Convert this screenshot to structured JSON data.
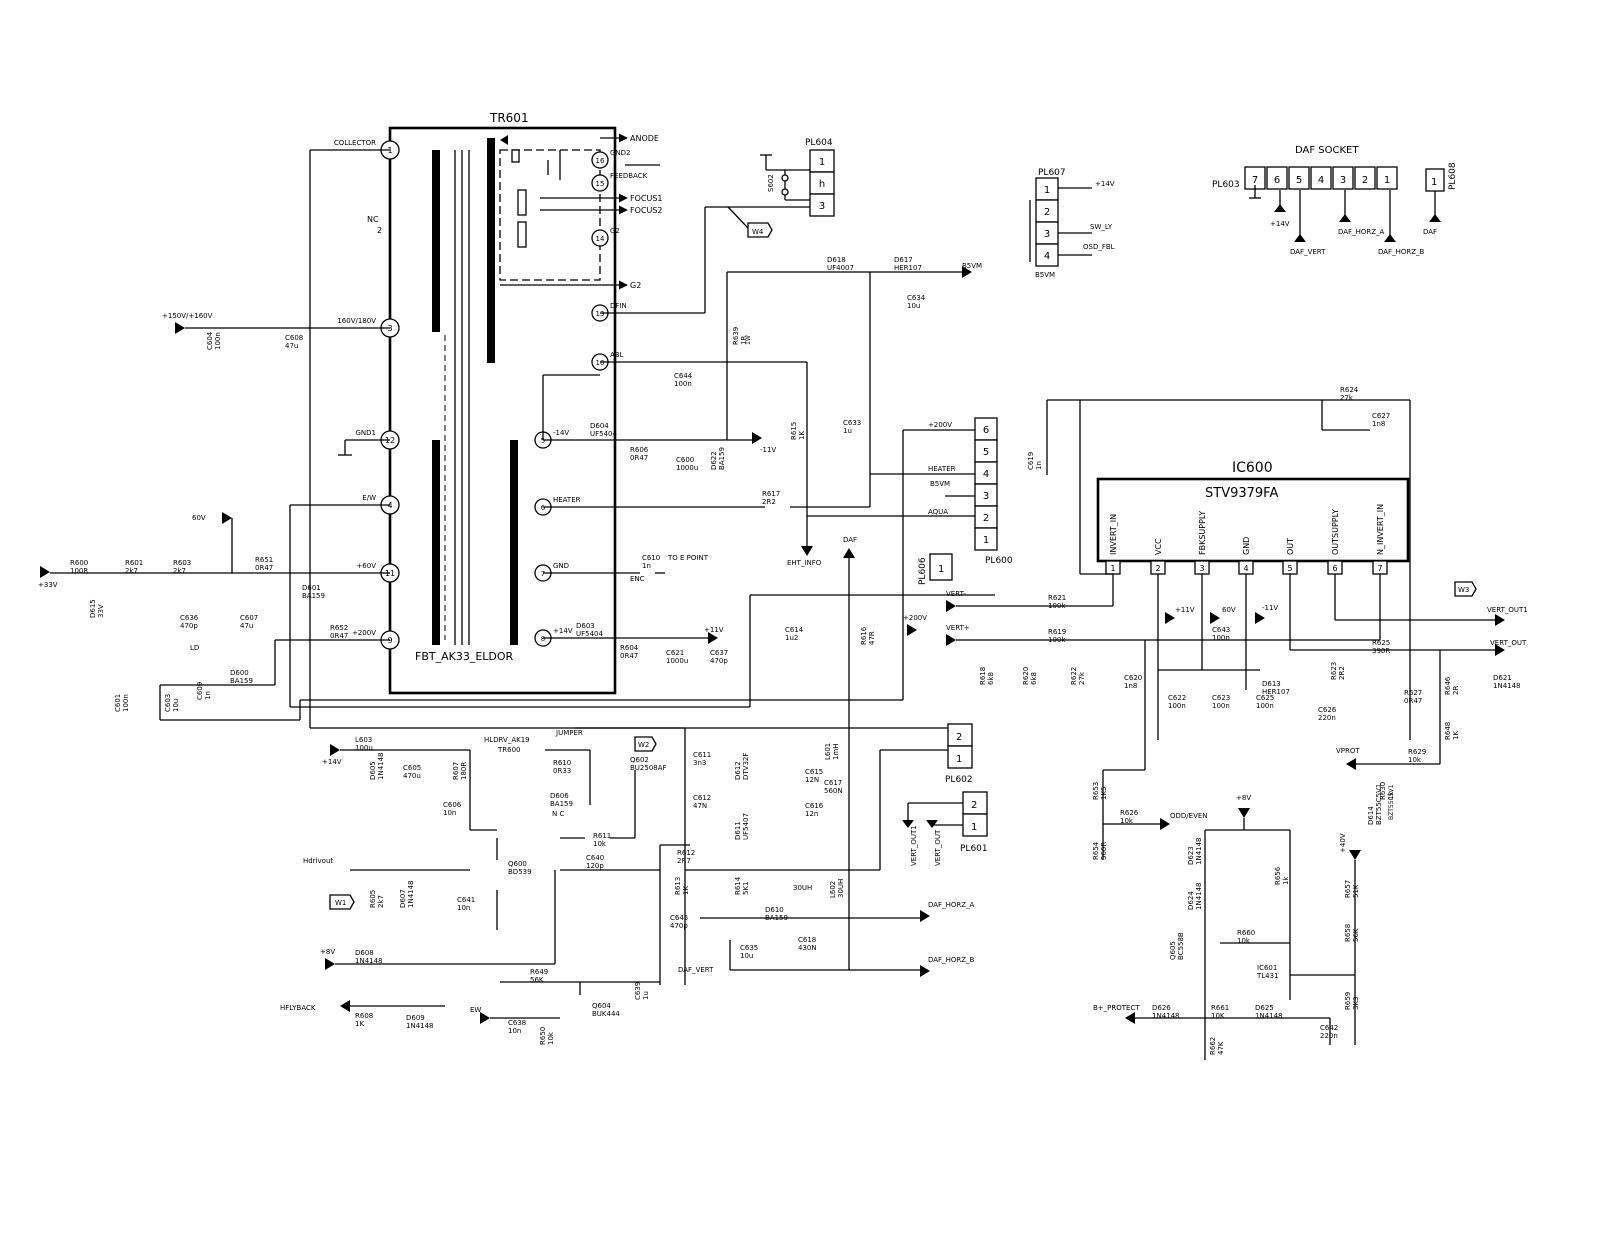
{
  "transformer": {
    "name": "TR601",
    "part": "FBT_AK33_ELDOR",
    "left_pins": [
      {
        "num": "1",
        "label": "COLLECTOR"
      },
      {
        "num": "3",
        "label": "160V/180V"
      },
      {
        "num": "12",
        "label": "GND1"
      },
      {
        "num": "4",
        "label": "E/W"
      },
      {
        "num": "11",
        "label": "+60V"
      },
      {
        "num": "9",
        "label": "+200V"
      }
    ],
    "nc_label": "NC",
    "nc_pin": "2",
    "right_pins": [
      {
        "num": "16",
        "label": "GND2"
      },
      {
        "num": "15",
        "label": "FEEDBACK"
      },
      {
        "num": "14",
        "label": "G2"
      },
      {
        "num": "13",
        "label": "DFIN"
      },
      {
        "num": "10",
        "label": "ABL"
      },
      {
        "num": "5",
        "label": "-14V"
      },
      {
        "num": "6",
        "label": "HEATER"
      },
      {
        "num": "7",
        "label": "GND"
      },
      {
        "num": "8",
        "label": "+14V"
      }
    ],
    "outputs": [
      "ANODE",
      "FOCUS1",
      "FOCUS2",
      "G2"
    ]
  },
  "ic": {
    "name": "IC600",
    "part": "STV9379FA",
    "pins": [
      {
        "num": "1",
        "label": "INVERT_IN"
      },
      {
        "num": "2",
        "label": "VCC"
      },
      {
        "num": "3",
        "label": "FBKSUPPLY"
      },
      {
        "num": "4",
        "label": "GND"
      },
      {
        "num": "5",
        "label": "OUT"
      },
      {
        "num": "6",
        "label": "OUTSUPPLY"
      },
      {
        "num": "7",
        "label": "N_INVERT_IN"
      }
    ]
  },
  "daf_socket": {
    "title": "DAF SOCKET",
    "plug": "PL603",
    "pins": [
      "7",
      "6",
      "5",
      "4",
      "3",
      "2",
      "1"
    ],
    "pl608": "PL608",
    "pl608_pin": "1",
    "labels": [
      "+14V",
      "DAF_VERT",
      "DAF_HORZ_A",
      "DAF_HORZ_B",
      "DAF"
    ]
  },
  "pl607": {
    "name": "PL607",
    "pins": [
      "1",
      "2",
      "3",
      "4"
    ],
    "labels": [
      "+14V",
      "SW_LY",
      "OSD_FBL",
      "B5VM"
    ]
  },
  "pl604": {
    "name": "PL604",
    "pins": [
      "1",
      "h",
      "3"
    ],
    "s_label": "S602",
    "w_label": "W4"
  },
  "pl600": {
    "name": "PL600",
    "pins": [
      "6",
      "5",
      "4",
      "3",
      "2",
      "1"
    ],
    "labels": [
      "+200V",
      "HEATER",
      "B5VM",
      "AQUA"
    ]
  },
  "pl606": {
    "name": "PL606",
    "pin": "1"
  },
  "pl602": {
    "name": "PL602",
    "pins": [
      "2",
      "1"
    ]
  },
  "pl601": {
    "name": "PL601",
    "pins": [
      "2",
      "1"
    ],
    "labels": [
      "VERT_OUT1",
      "VERT_OUT"
    ]
  },
  "nets": {
    "p33v": "+33V",
    "p160": "+150V/+160V",
    "v60": "60V",
    "vert_minus": "VERT-",
    "vert_plus": "VERT+",
    "vert_out1": "VERT_OUT1",
    "vert_out": "VERT_OUT",
    "vprot": "VPROT",
    "p14": "+14V",
    "m11": "-11V",
    "p11": "+11V",
    "b5vm": "B5VM",
    "daf": "DAF",
    "eht": "EHT_INFO",
    "p200": "+200V",
    "hdrive": "Hdrivout",
    "hflyback": "HFLYBACK",
    "p8": "+8V",
    "ew": "EW",
    "daf_vert": "DAF_VERT",
    "daf_ha": "DAF_HORZ_A",
    "daf_hb": "DAF_HORZ_B",
    "odd": "ODD/EVEN",
    "bprot": "B+_PROTECT",
    "p40": "+40V",
    "p11b": "+11V",
    "v60b": "60V",
    "m11b": "-11V",
    "to_e": "TO E POINT",
    "w1": "W1",
    "w2": "W2",
    "w3": "W3",
    "jumper": "JUMPER",
    "hldrv": "HLDRV_AK19",
    "tr600": "TR600",
    "vprot_zener": "BZT55C5V1",
    "ld": "LD",
    "enc": "ENC",
    "nc2": "N C",
    "dtv": "30UH",
    "one_w": "1W"
  },
  "parts": [
    {
      "ref": "R600",
      "val": "100R"
    },
    {
      "ref": "R601",
      "val": "2k7"
    },
    {
      "ref": "R603",
      "val": "2k7"
    },
    {
      "ref": "D615",
      "val": "33V"
    },
    {
      "ref": "C636",
      "val": "470p"
    },
    {
      "ref": "C607",
      "val": "47u"
    },
    {
      "ref": "R651",
      "val": "0R47"
    },
    {
      "ref": "D601",
      "val": "BA159"
    },
    {
      "ref": "R652",
      "val": "0R47"
    },
    {
      "ref": "D600",
      "val": "BA159"
    },
    {
      "ref": "C601",
      "val": "100n"
    },
    {
      "ref": "C603",
      "val": "10u"
    },
    {
      "ref": "C604",
      "val": "100n"
    },
    {
      "ref": "C608",
      "val": "47u"
    },
    {
      "ref": "C644",
      "val": "100n"
    },
    {
      "ref": "R639",
      "val": "1R"
    },
    {
      "ref": "R615",
      "val": "1K"
    },
    {
      "ref": "C633",
      "val": "1u"
    },
    {
      "ref": "D604",
      "val": "UF5404"
    },
    {
      "ref": "R606",
      "val": "0R47"
    },
    {
      "ref": "C600",
      "val": "1000u"
    },
    {
      "ref": "D622",
      "val": "BA159"
    },
    {
      "ref": "R617",
      "val": "2R2"
    },
    {
      "ref": "C610",
      "val": "1n"
    },
    {
      "ref": "D603",
      "val": "UF5404"
    },
    {
      "ref": "R604",
      "val": "0R47"
    },
    {
      "ref": "C621",
      "val": "1000u"
    },
    {
      "ref": "C637",
      "val": "470p"
    },
    {
      "ref": "D618",
      "val": "UF4007"
    },
    {
      "ref": "D617",
      "val": "HER107"
    },
    {
      "ref": "C634",
      "val": "10u"
    },
    {
      "ref": "C619",
      "val": "1n"
    },
    {
      "ref": "R624",
      "val": "27k"
    },
    {
      "ref": "C627",
      "val": "1n8"
    },
    {
      "ref": "C614",
      "val": "1u2"
    },
    {
      "ref": "R616",
      "val": "47R"
    },
    {
      "ref": "R621",
      "val": "100k"
    },
    {
      "ref": "R619",
      "val": "100k"
    },
    {
      "ref": "R618",
      "val": "6k8"
    },
    {
      "ref": "R620",
      "val": "6k8"
    },
    {
      "ref": "R622",
      "val": "27k"
    },
    {
      "ref": "C620",
      "val": "1n8"
    },
    {
      "ref": "C622",
      "val": "100n"
    },
    {
      "ref": "C623",
      "val": "100n"
    },
    {
      "ref": "C625",
      "val": "100n"
    },
    {
      "ref": "C643",
      "val": "100n"
    },
    {
      "ref": "D613",
      "val": "HER107"
    },
    {
      "ref": "R625",
      "val": "390R"
    },
    {
      "ref": "R623",
      "val": "2R2"
    },
    {
      "ref": "C626",
      "val": "220n"
    },
    {
      "ref": "R627",
      "val": "0R47"
    },
    {
      "ref": "R646",
      "val": "2R"
    },
    {
      "ref": "D621",
      "val": "1N4148"
    },
    {
      "ref": "R629",
      "val": "10k"
    },
    {
      "ref": "L603",
      "val": "100u"
    },
    {
      "ref": "D605",
      "val": "1N4148"
    },
    {
      "ref": "C605",
      "val": "470u"
    },
    {
      "ref": "R607",
      "val": "180R"
    },
    {
      "ref": "C606",
      "val": "10n"
    },
    {
      "ref": "R610",
      "val": "0R33"
    },
    {
      "ref": "D606",
      "val": "BA159"
    },
    {
      "ref": "Q602",
      "val": "BU2508AF"
    },
    {
      "ref": "C611",
      "val": "3n3"
    },
    {
      "ref": "C612",
      "val": "47N"
    },
    {
      "ref": "D612",
      "val": "DTV32F"
    },
    {
      "ref": "D611",
      "val": "UF5407"
    },
    {
      "ref": "C615",
      "val": "12N"
    },
    {
      "ref": "C616",
      "val": "12n"
    },
    {
      "ref": "C617",
      "val": "560N"
    },
    {
      "ref": "L601",
      "val": "1mH"
    },
    {
      "ref": "R611",
      "val": "10k"
    },
    {
      "ref": "C640",
      "val": "120p"
    },
    {
      "ref": "R612",
      "val": "2R7"
    },
    {
      "ref": "Q600",
      "val": "BD539"
    },
    {
      "ref": "R605",
      "val": "2k7"
    },
    {
      "ref": "D607",
      "val": "1N4148"
    },
    {
      "ref": "C641",
      "val": "10n"
    },
    {
      "ref": "R613",
      "val": "1K"
    },
    {
      "ref": "R614",
      "val": "5K1"
    },
    {
      "ref": "D610",
      "val": "BA159"
    },
    {
      "ref": "L602",
      "val": "30UH"
    },
    {
      "ref": "C645",
      "val": "470p"
    },
    {
      "ref": "C635",
      "val": "10u"
    },
    {
      "ref": "C618",
      "val": "430N"
    },
    {
      "ref": "D608",
      "val": "1N4148"
    },
    {
      "ref": "R608",
      "val": "1K"
    },
    {
      "ref": "D609",
      "val": "1N4148"
    },
    {
      "ref": "R649",
      "val": "56K"
    },
    {
      "ref": "Q604",
      "val": "BUK444"
    },
    {
      "ref": "C638",
      "val": "10n"
    },
    {
      "ref": "R650",
      "val": "10k"
    },
    {
      "ref": "C639",
      "val": "1u"
    },
    {
      "ref": "R653",
      "val": "1K5"
    },
    {
      "ref": "R626",
      "val": "10k"
    },
    {
      "ref": "R654",
      "val": "560R"
    },
    {
      "ref": "D623",
      "val": "1N4148"
    },
    {
      "ref": "D624",
      "val": "1N4148"
    },
    {
      "ref": "Q605",
      "val": "BC558B"
    },
    {
      "ref": "R660",
      "val": "10k"
    },
    {
      "ref": "R656",
      "val": "1k"
    },
    {
      "ref": "IC601",
      "val": "TL431"
    },
    {
      "ref": "R657",
      "val": "51K"
    },
    {
      "ref": "R658",
      "val": "56K"
    },
    {
      "ref": "R659",
      "val": "3K3"
    },
    {
      "ref": "D626",
      "val": "1N4148"
    },
    {
      "ref": "R661",
      "val": "10K"
    },
    {
      "ref": "D625",
      "val": "1N4148"
    },
    {
      "ref": "C642",
      "val": "220n"
    },
    {
      "ref": "R662",
      "val": "47K"
    },
    {
      "ref": "D614",
      "val": "BZT55C5V1"
    },
    {
      "ref": "R630",
      "val": "1k"
    },
    {
      "ref": "R648",
      "val": "1K"
    },
    {
      "ref": "C609",
      "val": "1n"
    }
  ]
}
